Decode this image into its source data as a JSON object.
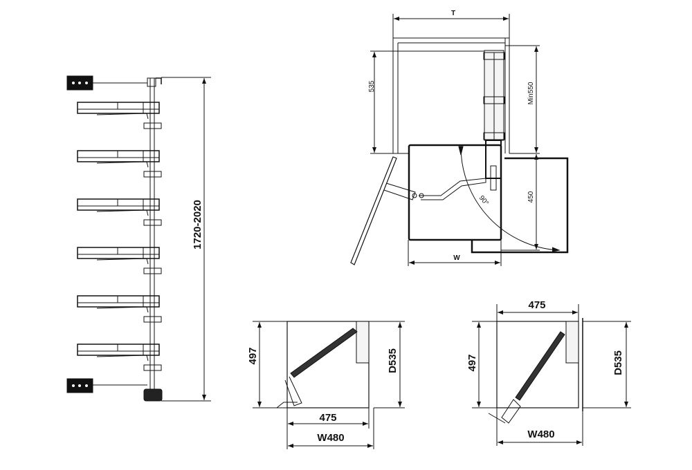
{
  "side_view": {
    "height_label": "1720-2020"
  },
  "top_view": {
    "width_top_label": "T",
    "depth_label": "535",
    "min_depth_label": "Min550",
    "shelf_depth_label": "450",
    "width_label": "W",
    "angle_label": "90°"
  },
  "cabinet_left": {
    "height_label": "497",
    "depth_label": "D535",
    "inner_width_label": "475",
    "outer_width_label": "W480"
  },
  "cabinet_right": {
    "height_label": "497",
    "depth_label": "D535",
    "inner_width_label": "475",
    "outer_width_label": "W480"
  },
  "colors": {
    "line": "#111111",
    "background": "#ffffff"
  }
}
